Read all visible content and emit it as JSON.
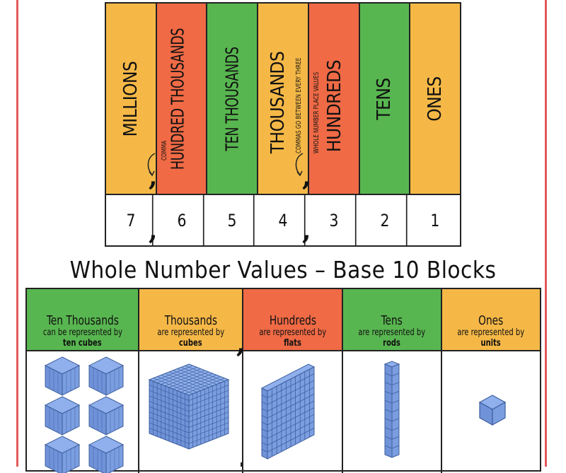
{
  "colors": {
    "orange": "#f5b847",
    "red": "#ef6a45",
    "green": "#58b650",
    "border": "#222222",
    "frame_red": "#e35a5a",
    "block_blue": "#7b9ee0"
  },
  "place_value_chart": {
    "columns": [
      {
        "label": "MILLIONS",
        "color": "orange",
        "digit": "7"
      },
      {
        "label": "HUNDRED THOUSANDS",
        "color": "red",
        "digit": "6",
        "note": "COMMA"
      },
      {
        "label": "TEN THOUSANDS",
        "color": "green",
        "digit": "5"
      },
      {
        "label": "THOUSANDS",
        "color": "orange",
        "digit": "4",
        "note": "COMMAS GO BETWEEN EVERY THREE"
      },
      {
        "label": "HUNDREDS",
        "color": "red",
        "digit": "3",
        "note": "WHOLE NUMBER PLACE VALUES"
      },
      {
        "label": "TENS",
        "color": "green",
        "digit": "2"
      },
      {
        "label": "ONES",
        "color": "orange",
        "digit": "1"
      }
    ],
    "comma_glyph": ","
  },
  "title": "Whole Number Values – Base 10 Blocks",
  "base10_table": {
    "columns": [
      {
        "name": "Ten Thousands",
        "sub": "can be represented by",
        "object": "ten cubes",
        "color": "green",
        "image": "ten-cubes"
      },
      {
        "name": "Thousands",
        "sub": "are represented by",
        "object": "cubes",
        "color": "orange",
        "image": "cube"
      },
      {
        "name": "Hundreds",
        "sub": "are represented by",
        "object": "flats",
        "color": "red",
        "image": "flat"
      },
      {
        "name": "Tens",
        "sub": "are represented by",
        "object": "rods",
        "color": "green",
        "image": "rod"
      },
      {
        "name": "Ones",
        "sub": "are represented by",
        "object": "units",
        "color": "orange",
        "image": "unit"
      }
    ]
  }
}
